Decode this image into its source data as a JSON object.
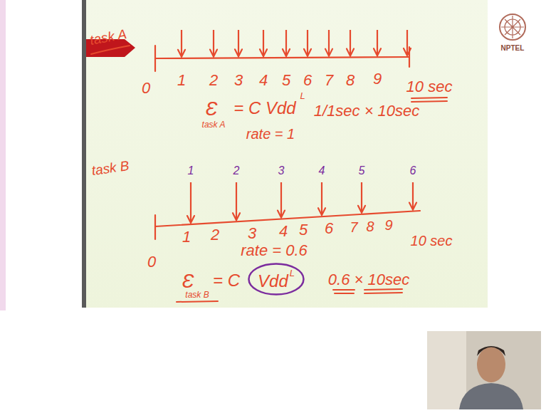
{
  "diagram": {
    "nodes": [
      {
        "text": [
          "Vdd",
          "L"
        ]
      }
    ],
    "labels": [
      "task A",
      "1",
      "2",
      "3",
      "4",
      "5",
      "6",
      "7",
      "8",
      "9",
      "10 sec",
      "0",
      "Ɛ",
      "task A",
      "= C Vdd",
      "L",
      "1/1sec × 10sec",
      "rate = 1",
      "task B",
      "1",
      "2",
      "3",
      "4",
      "5",
      "6",
      "1",
      "2",
      "3",
      "4",
      "5",
      "6",
      "7",
      "8",
      "9",
      "10 sec",
      "0",
      "rate = 0.6",
      "Ɛ",
      "task B",
      "= C",
      "0.6 × 10sec",
      "NPTEL"
    ]
  }
}
